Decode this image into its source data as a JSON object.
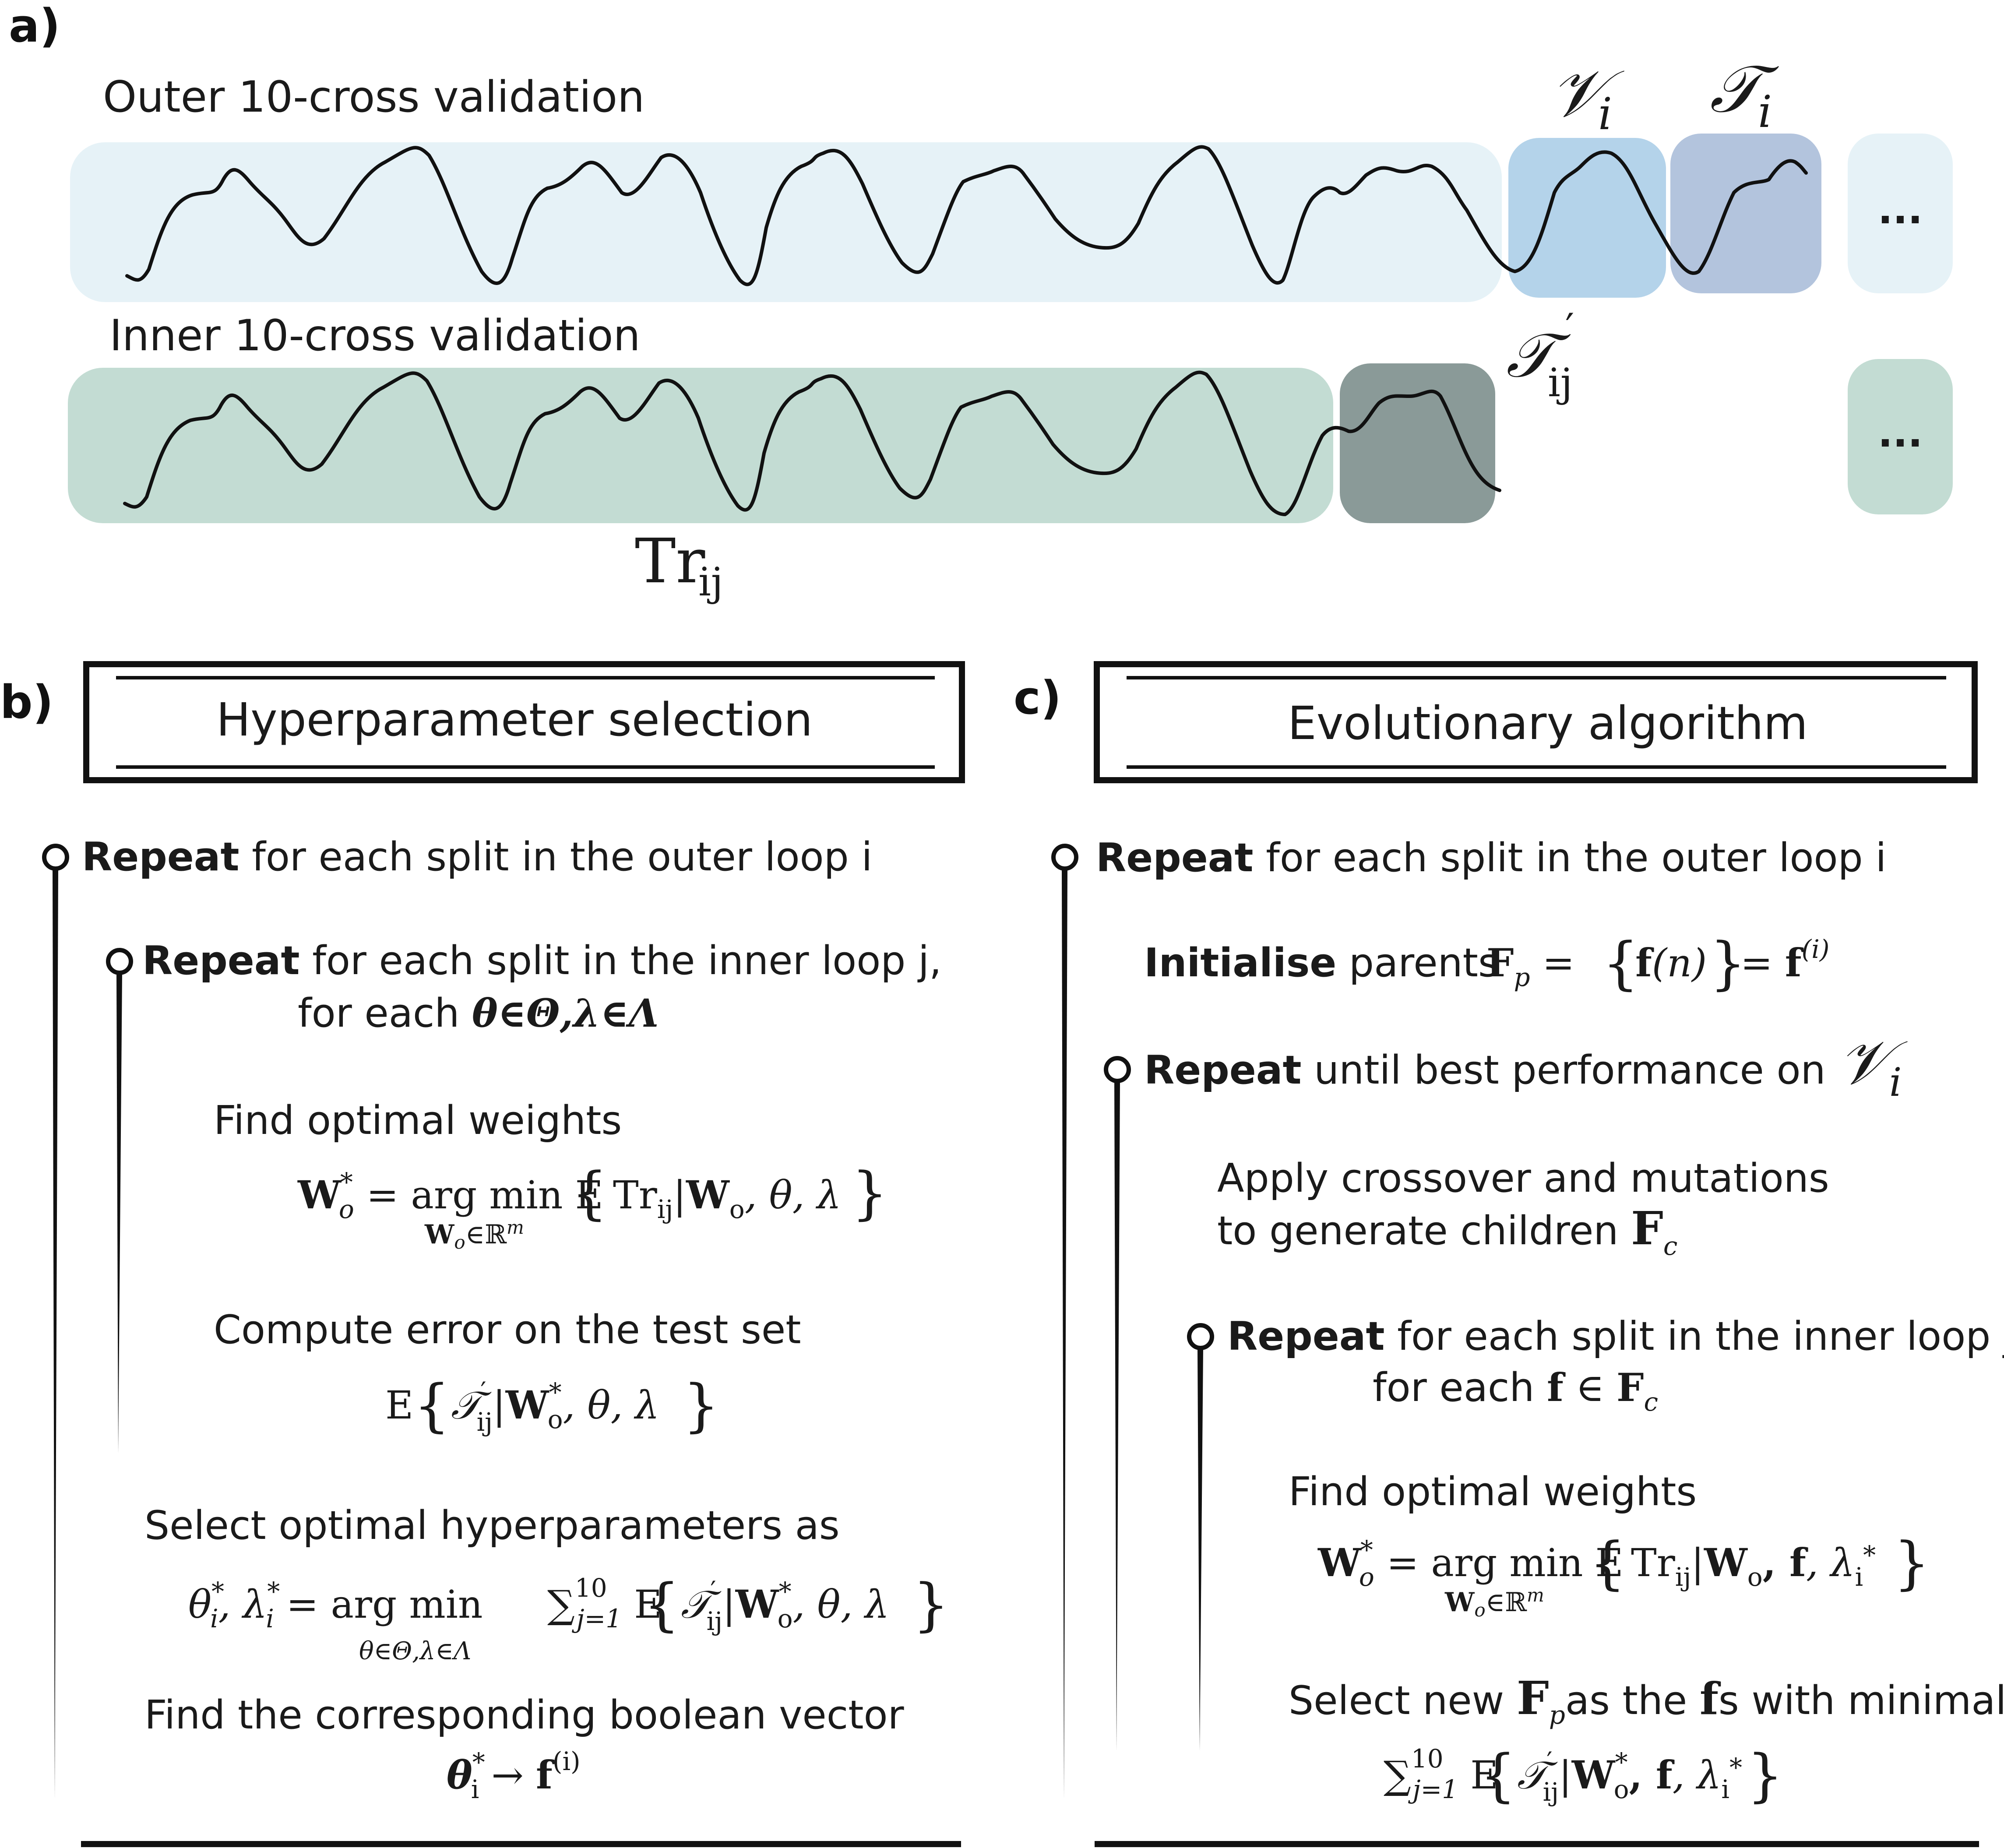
{
  "panel_a": {
    "label": "a)",
    "outer_title": "Outer 10-cross validation",
    "inner_title": "Inner 10-cross validation",
    "validation_symbol": "𝒱",
    "validation_sub": "i",
    "test_symbol": "𝒯",
    "test_sub": "i",
    "inner_test_symbol": "𝒯",
    "inner_test_prime": "′",
    "inner_test_sub": "ij",
    "train_symbol": "Tr",
    "train_sub": "ij",
    "ellipsis": "...",
    "colors": {
      "outer_train": "#e6f2f7",
      "outer_valid": "#b4d3ea",
      "outer_test": "#b3c4dd",
      "outer_more": "#e6f2f7",
      "inner_train": "#c3dcd3",
      "inner_test": "#8a9a98",
      "inner_more": "#c3dcd3"
    }
  },
  "panel_b": {
    "label": "b)",
    "title": "Hyperparameter selection",
    "step1_bold": "Repeat",
    "step1_rest": " for each split in the outer loop i",
    "step2_bold": "Repeat",
    "step2_rest": " for each split in the inner loop j,",
    "step2_line2": "for each ",
    "step2_math": "θ∈Θ,λ∈Λ",
    "find_weights": "Find optimal weights",
    "eq1_lhs": "W",
    "eq1_lhs_sup": "*",
    "eq1_lhs_sub": "o",
    "eq1_op": " = arg min E",
    "eq1_under": "W",
    "eq1_under_sub": "o",
    "eq1_under_rest": "∈ℝ",
    "eq1_under_sup": "m",
    "eq1_brace_open": "{",
    "eq1_tr": "Tr",
    "eq1_tr_sub": "ij",
    "eq1_bar": "|",
    "eq1_w": "W",
    "eq1_w_sub": "o",
    "eq1_rest": ", θ, λ",
    "eq1_brace_close": "}",
    "compute_error": "Compute error on the test set",
    "eq2_e": "E",
    "eq2_open": "{",
    "eq2_t": "𝒯",
    "eq2_t_sup": "′",
    "eq2_t_sub": "ij",
    "eq2_bar": "|",
    "eq2_w": "W",
    "eq2_w_sup": "*",
    "eq2_w_sub": "o",
    "eq2_rest": ", θ, λ",
    "eq2_close": "}",
    "select_hyper": "Select optimal hyperparameters as",
    "eq3_lhs": "θ",
    "eq3_lhs_sup": "*",
    "eq3_lhs_sub": "i",
    "eq3_comma": ", λ",
    "eq3_lhs2_sup": "*",
    "eq3_lhs2_sub": "i",
    "eq3_op": " = arg min ",
    "eq3_under": "θ∈Θ,λ∈Λ",
    "eq3_sum": "∑",
    "eq3_sum_sup": "10",
    "eq3_sum_sub": "j=1",
    "eq3_e": " E",
    "eq3_open": "{",
    "eq3_t": "𝒯",
    "eq3_t_sup": "′",
    "eq3_t_sub": "ij",
    "eq3_bar": "|",
    "eq3_w": "W",
    "eq3_w_sup": "*",
    "eq3_w_sub": "o",
    "eq3_rest": ", θ, λ",
    "eq3_close": "}",
    "find_boolean": "Find the corresponding boolean vector",
    "eq4_theta": "θ",
    "eq4_sup": "*",
    "eq4_sub": "i",
    "eq4_arrow": " → ",
    "eq4_f": "f",
    "eq4_f_sup": "(i)"
  },
  "panel_c": {
    "label": "c)",
    "title": "Evolutionary algorithm",
    "step1_bold": "Repeat",
    "step1_rest": " for each split in the outer loop i",
    "init_bold": "Initialise",
    "init_rest": " parents ",
    "init_F": "F",
    "init_F_sub": "p",
    "init_eq": " = ",
    "init_open": "{",
    "init_f": "f",
    "init_fn": "(n)",
    "init_close": "}",
    "init_eq2": " = ",
    "init_f2": "f",
    "init_f2_sup": "(i)",
    "step2_bold": "Repeat",
    "step2_rest": " until best performance on ",
    "step2_v": "𝒱",
    "step2_v_sub": "i",
    "apply_line1": "Apply crossover and mutations",
    "apply_line2": "to generate children ",
    "apply_F": "F",
    "apply_F_sub": "c",
    "step3_bold": "Repeat",
    "step3_rest": " for each split in the inner loop j,",
    "step3_line2": "for each ",
    "step3_f": "f",
    "step3_in": " ∈ ",
    "step3_F": "F",
    "step3_F_sub": "c",
    "find_weights": "Find optimal weights",
    "eq1_lhs": "W",
    "eq1_lhs_sup": "*",
    "eq1_lhs_sub": "o",
    "eq1_op": " = arg min E",
    "eq1_under": "W",
    "eq1_under_sub": "o",
    "eq1_under_rest": "∈ℝ",
    "eq1_under_sup": "m",
    "eq1_open": "{",
    "eq1_tr": "Tr",
    "eq1_tr_sub": "ij",
    "eq1_bar": "|",
    "eq1_w": "W",
    "eq1_w_sub": "o",
    "eq1_f": ", f",
    "eq1_rest": ", λ",
    "eq1_lam_sub": "i",
    "eq1_lam_sup": "*",
    "eq1_close": "}",
    "select_new1": "Select new ",
    "select_F": "F",
    "select_F_sub": "p",
    "select_new2": "as the ",
    "select_f": "f",
    "select_new3": "s with minimal",
    "eq2_sum": "∑",
    "eq2_sum_sup": "10",
    "eq2_sum_sub": "j=1",
    "eq2_e": " E",
    "eq2_open": "{",
    "eq2_t": "𝒯",
    "eq2_t_sup": "′",
    "eq2_t_sub": "ij",
    "eq2_bar": "|",
    "eq2_w": "W",
    "eq2_w_sup": "*",
    "eq2_w_sub": "o",
    "eq2_f": ", f",
    "eq2_rest": ", λ",
    "eq2_lam_sub": "i",
    "eq2_lam_sup": "*",
    "eq2_close": "}"
  }
}
